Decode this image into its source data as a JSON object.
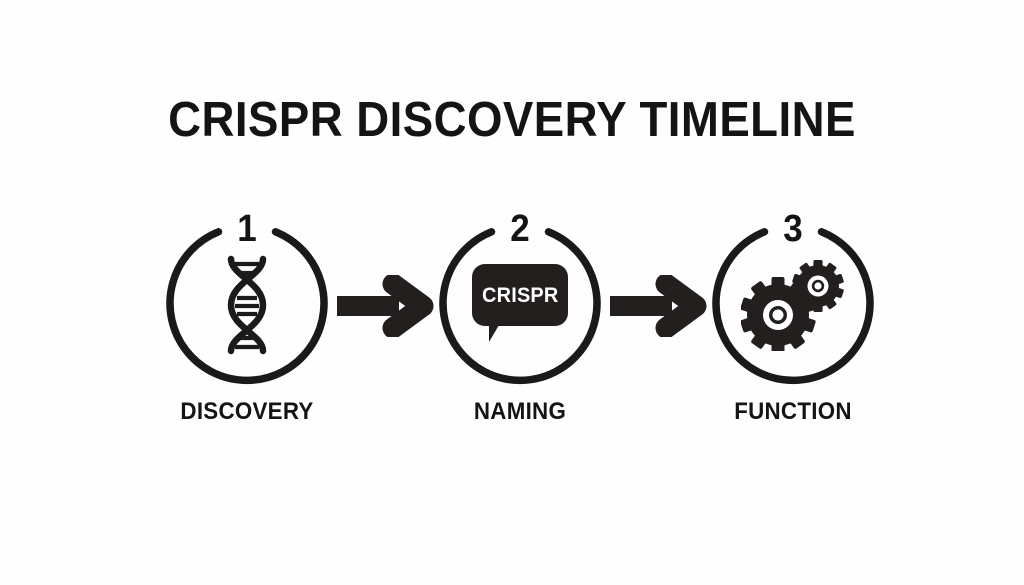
{
  "page": {
    "title": "CRISPR DISCOVERY TIMELINE",
    "background_color": "#fefefe",
    "ink_color": "#141414"
  },
  "steps": [
    {
      "number": "1",
      "label": "DISCOVERY",
      "icon": "dna-helix-icon"
    },
    {
      "number": "2",
      "label": "NAMING",
      "icon": "speech-bubble-icon",
      "bubble_text": "CRISPR"
    },
    {
      "number": "3",
      "label": "FUNCTION",
      "icon": "gears-icon"
    }
  ],
  "connectors": [
    {
      "icon": "arrow-right-icon"
    },
    {
      "icon": "arrow-right-icon"
    }
  ]
}
